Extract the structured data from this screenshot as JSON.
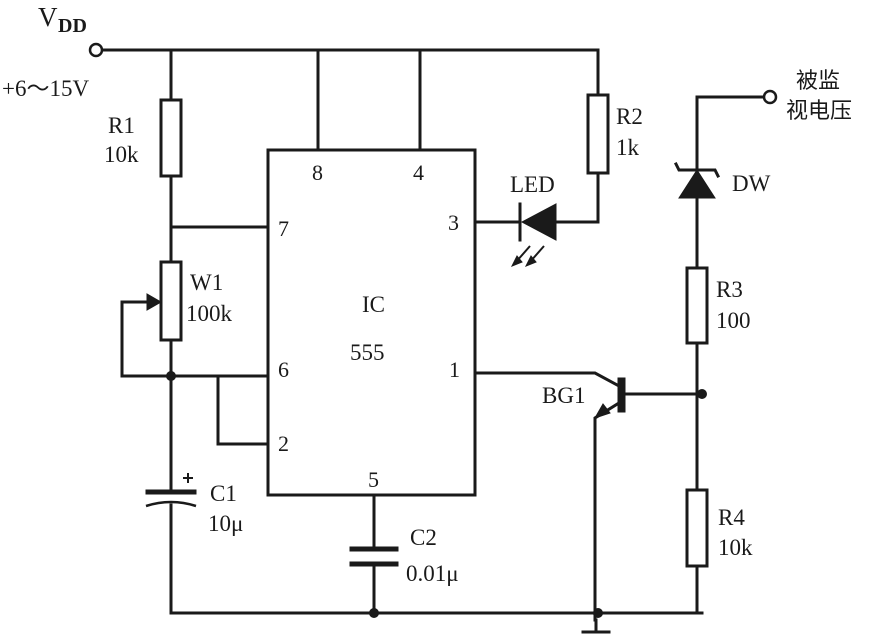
{
  "supply": {
    "name_main": "V",
    "name_sub": "DD",
    "range": "+6～15V"
  },
  "monitored": {
    "line1": "被监",
    "line2": "视电压"
  },
  "ic": {
    "name": "IC",
    "type": "555",
    "pins": {
      "p8": "8",
      "p4": "4",
      "p7": "7",
      "p3": "3",
      "p6": "6",
      "p2": "2",
      "p1": "1",
      "p5": "5"
    }
  },
  "components": {
    "r1": {
      "ref": "R1",
      "value": "10k"
    },
    "w1": {
      "ref": "W1",
      "value": "100k"
    },
    "r2": {
      "ref": "R2",
      "value": "1k"
    },
    "led": {
      "ref": "LED"
    },
    "dw": {
      "ref": "DW"
    },
    "r3": {
      "ref": "R3",
      "value": "100"
    },
    "r4": {
      "ref": "R4",
      "value": "10k"
    },
    "c1": {
      "ref": "C1",
      "value": "10μ",
      "polarity": "+"
    },
    "c2": {
      "ref": "C2",
      "value": "0.01μ"
    },
    "bg1": {
      "ref": "BG1"
    }
  }
}
